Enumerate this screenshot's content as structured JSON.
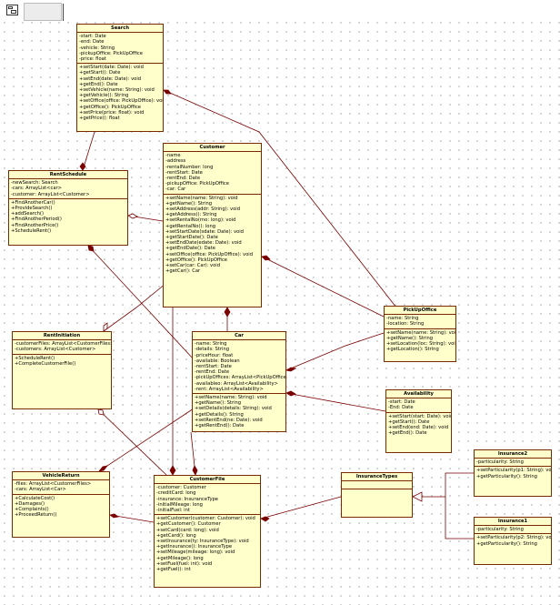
{
  "classes": {
    "search": {
      "name": "Search",
      "attributes": [
        "-start: Date",
        "-end: Date",
        "-vehicle: String",
        "-pickupOffice: PickUpOffice",
        "-price: float"
      ],
      "operations": [
        "+setStart(date: Date): void",
        "+getStart(): Date",
        "+setEnd(date: Date): void",
        "+getEnd(): Date",
        "+setVehicle(name: String): void",
        "+getVehicle(): String",
        "+setOffice(office: PickUpOffice): void",
        "+getOffice(): PickUpOffice",
        "+setPrice(price: float): void",
        "+getPrice(): float"
      ]
    },
    "rent_schedule": {
      "name": "RentSchedule",
      "attributes": [
        "-newSearch: Search",
        "-cars: ArrayList<car>",
        "-customer: ArrayList<Customer>"
      ],
      "operations": [
        "+FindAnotherCar()",
        "+ProvideSearch()",
        "+addSearch()",
        "+FindAnotherPeriod()",
        "+FindAnotherPrice()",
        "+ScheduleRent()"
      ]
    },
    "customer": {
      "name": "Customer",
      "attributes": [
        "-name",
        "-address",
        "-rentalNumber: long",
        "-rentStart: Date",
        "-rentEnd: Date",
        "-pickupOffice: PickUpOffice",
        "-car: Car"
      ],
      "operations": [
        "+setName(name: String): void",
        "+getName(): String",
        "+setAddress(addr: String): void",
        "+getAddress(): String",
        "+setRentalNo(rno: long): void",
        "+getRentalNo(): long",
        "+setStartDate(sdate: Date): void",
        "+getStartDate(): Date",
        "+setEndDate(edate: Date): void",
        "+getEndDate(): Date",
        "+setOffice(office: PickUpOffice): void",
        "+getOffice(): PickUpOffice",
        "+setCar(car: Car): void",
        "+getCar(): Car"
      ]
    },
    "pickup_office": {
      "name": "PickUpOffice",
      "attributes": [
        "-name: String",
        "-location: String"
      ],
      "operations": [
        "+setName(name: String): void",
        "+getName(): String",
        "+setLocation(loc: String): void",
        "+getLocation(): String"
      ]
    },
    "rent_initiation": {
      "name": "RentInitiation",
      "attributes": [
        "-customerFiles: ArrayList<CustomerFiles>",
        "-customers: ArrayList<Customer>"
      ],
      "operations": [
        "+ScheduleRent()",
        "+CompleteCustomerFile()"
      ]
    },
    "car": {
      "name": "Car",
      "attributes": [
        "-name: String",
        "-details: String",
        "-priceHour: float",
        "-available: Boolean",
        "-rentStart: Date",
        "-rentEnd: Date",
        "-pickUpOffices: ArrayList<PickUpOffice>",
        "-availableo: ArrayList<Availability>",
        "-rent: ArrayList<Availability>"
      ],
      "operations": [
        "+setName(name: String): void",
        "+getName(): String",
        "+setDetails(details: String): void",
        "+getDetails(): String",
        "+setRentEnd(ne: Date): void",
        "+getRentEnd(): Date"
      ]
    },
    "availability": {
      "name": "Availability",
      "attributes": [
        "-start: Date",
        "-End: Date"
      ],
      "operations": [
        "+setStart(start: Date): void",
        "+getStart(): Date",
        "+setEnd(end: Date): void",
        "+getEnd(): Date"
      ]
    },
    "vehicle_return": {
      "name": "VehicleReturn",
      "attributes": [
        "-files: ArrayList<CustomerFiles>",
        "-cars: ArrayList<Car>"
      ],
      "operations": [
        "+CalculateCost()",
        "+Damages()",
        "+Complaints()",
        "+ProceedReturn()"
      ]
    },
    "customer_file": {
      "name": "CustomerFile",
      "attributes": [
        "-customer: Customer",
        "-creditCard: long",
        "-insurance: InsuranceType",
        "-initialMileage: long",
        "-initialFuel: int"
      ],
      "operations": [
        "+setCustomer(customer: Customer): void",
        "+getCustomer(): Customer",
        "+setCard(card: long): void",
        "+getCard(): long",
        "+setInsurance(ty: InsuranceType): void",
        "+getInsurance(): InsuranceType",
        "+setMileage(mileage: long): void",
        "+getMileage(): long",
        "+setFuel(fuel: int): void",
        "+getFuel(): int"
      ]
    },
    "insurance_types": {
      "name": "InsuranceTypes",
      "attributes": [],
      "operations": []
    },
    "insurance2": {
      "name": "Insurance2",
      "attributes": [
        "-particularity: String"
      ],
      "operations": [
        "+setParticularity(p1: String): void",
        "+getParticularity(): String"
      ]
    },
    "insurance1": {
      "name": "Insurance1",
      "attributes": [
        "-particularity: String"
      ],
      "operations": [
        "+setParticularity(p2: String): void",
        "+getParticularity(): String"
      ]
    }
  },
  "colors": {
    "class_fill": "#ffffcc",
    "class_border": "#7a2a00",
    "association": "#7a0000"
  }
}
